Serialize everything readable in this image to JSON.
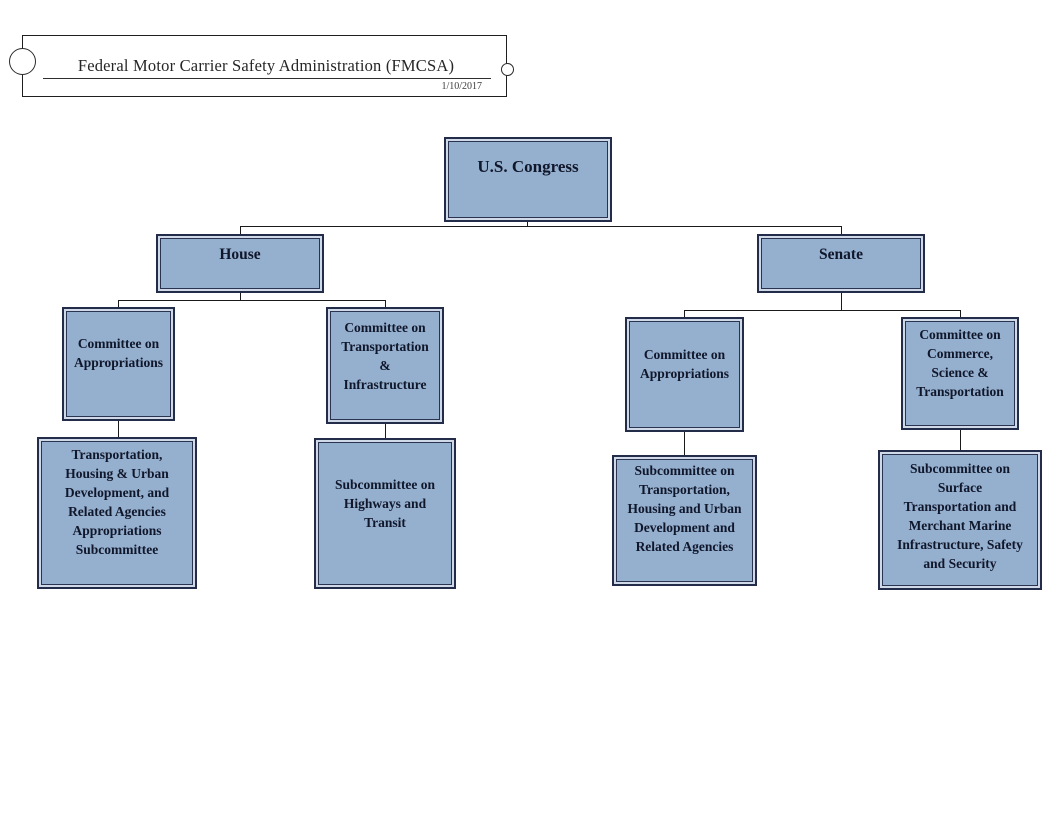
{
  "header": {
    "title": "Federal Motor Carrier Safety Administration (FMCSA)",
    "date": "1/10/2017"
  },
  "colors": {
    "node_fill": "#95afce",
    "node_border_dark": "#232c49",
    "node_inner_line": "#cfd9e8",
    "node_text": "#10172b",
    "connector": "#1a1a1a",
    "page_background": "#ffffff"
  },
  "org": {
    "congress": {
      "label": "U.S. Congress"
    },
    "house": {
      "label": "House",
      "appropriations_committee": {
        "label": "Committee on\nAppropriations"
      },
      "transportation_infrastructure_committee": {
        "label": "Committee on\nTransportation\n&\nInfrastructure"
      },
      "thud_appropriations_subcommittee": {
        "label": "Transportation,\nHousing & Urban\nDevelopment, and\nRelated Agencies\nAppropriations\nSubcommittee"
      },
      "highways_transit_subcommittee": {
        "label": "Subcommittee on\nHighways and\nTransit"
      }
    },
    "senate": {
      "label": "Senate",
      "appropriations_committee": {
        "label": "Committee on\nAppropriations"
      },
      "commerce_science_transportation_committee": {
        "label": "Committee on\nCommerce,\nScience &\nTransportation"
      },
      "thud_subcommittee": {
        "label": "Subcommittee on\nTransportation,\nHousing and Urban\nDevelopment and\nRelated Agencies"
      },
      "surface_transportation_subcommittee": {
        "label": "Subcommittee on\nSurface\nTransportation and\nMerchant Marine\nInfrastructure, Safety\nand Security"
      }
    }
  }
}
